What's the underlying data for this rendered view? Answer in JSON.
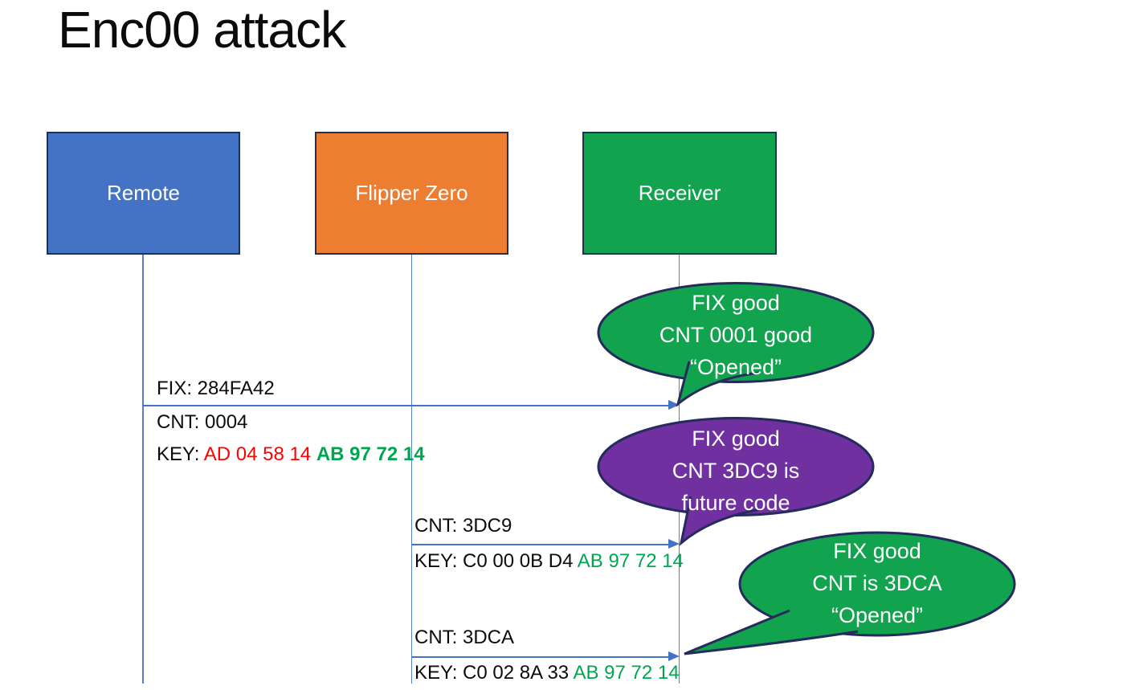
{
  "title": "Enc00 attack",
  "actors": [
    {
      "label": "Remote"
    },
    {
      "label": "Flipper Zero"
    },
    {
      "label": "Receiver"
    }
  ],
  "messages": [
    {
      "above": "FIX: 284FA42",
      "cnt": "CNT: 0004",
      "key_black": "KEY:",
      "key_red": "AD 04 58 14",
      "key_green": "AB 97 72 14"
    },
    {
      "cnt": "CNT: 3DC9",
      "key_black": "KEY: C0 00 0B D4",
      "key_green": "AB 97 72 14"
    },
    {
      "cnt": "CNT: 3DCA",
      "key_black": "KEY: C0 02 8A 33",
      "key_green": "AB 97 72 14"
    }
  ],
  "bubbles": [
    {
      "line1": "FIX good",
      "line2": "CNT 0001 good",
      "line3": "“Opened”"
    },
    {
      "line1": "FIX good",
      "line2": "CNT 3DC9 is",
      "line3": "future code"
    },
    {
      "line1": "FIX good",
      "line2": "CNT is 3DCA",
      "line3": "“Opened”"
    }
  ],
  "colors": {
    "remote_fill": "#4472C4",
    "flipper_fill": "#ED7D31",
    "receiver_fill": "#12A34E",
    "shape_border": "#1F3050",
    "bubble_green": "#12A34E",
    "bubble_purple": "#7030A0",
    "bubble_border": "#252B5C",
    "arrow": "#4472C4",
    "key_red": "#FF0000",
    "key_green": "#00A64F",
    "text_dark": "#0B0B0B",
    "text_light": "#FFFFFF"
  }
}
